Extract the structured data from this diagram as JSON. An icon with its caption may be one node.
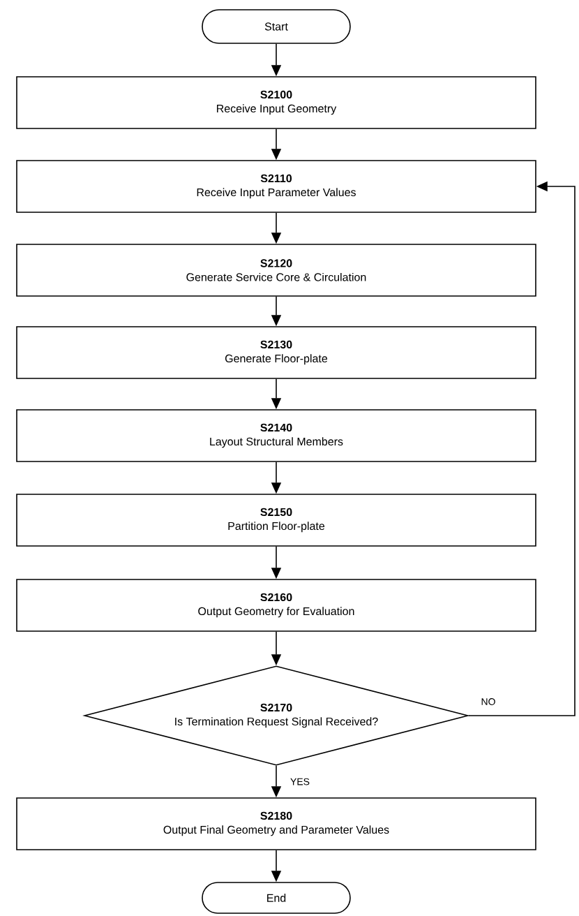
{
  "diagram": {
    "nodes": [
      {
        "text": [
          "Start"
        ]
      },
      {
        "text": [
          "S2100",
          "Receive Input Geometry"
        ]
      },
      {
        "text": [
          "S2110",
          "Receive Input Parameter Values"
        ]
      },
      {
        "text": [
          "S2120",
          "Generate Service Core & Circulation"
        ]
      },
      {
        "text": [
          "S2130",
          "Generate Floor-plate"
        ]
      },
      {
        "text": [
          "S2140",
          "Layout Structural Members"
        ]
      },
      {
        "text": [
          "S2150",
          "Partition Floor-plate"
        ]
      },
      {
        "text": [
          "S2160",
          "Output Geometry for Evaluation"
        ]
      },
      {
        "text": [
          "S2170",
          "Is Termination Request Signal Received?"
        ]
      },
      {
        "text": [
          "S2180",
          "Output Final Geometry and Parameter Values"
        ]
      },
      {
        "text": [
          "End"
        ]
      }
    ],
    "edges": [
      {
        "from": 0,
        "to": 1,
        "arrow": "to"
      },
      {
        "from": 1,
        "to": 2,
        "arrow": "to"
      },
      {
        "from": 2,
        "to": 3,
        "arrow": "to"
      },
      {
        "from": 3,
        "to": 4,
        "arrow": "to"
      },
      {
        "from": 4,
        "to": 5,
        "arrow": "to"
      },
      {
        "from": 5,
        "to": 6,
        "arrow": "to"
      },
      {
        "from": 6,
        "to": 7,
        "arrow": "to"
      },
      {
        "from": 7,
        "to": 8,
        "arrow": "to"
      },
      {
        "from": 8,
        "to": 9,
        "arrow": "to",
        "label": "YES"
      },
      {
        "from": 8,
        "to": 2,
        "arrow": "to",
        "label": "NO"
      },
      {
        "from": 9,
        "to": 10,
        "arrow": "to"
      }
    ]
  }
}
